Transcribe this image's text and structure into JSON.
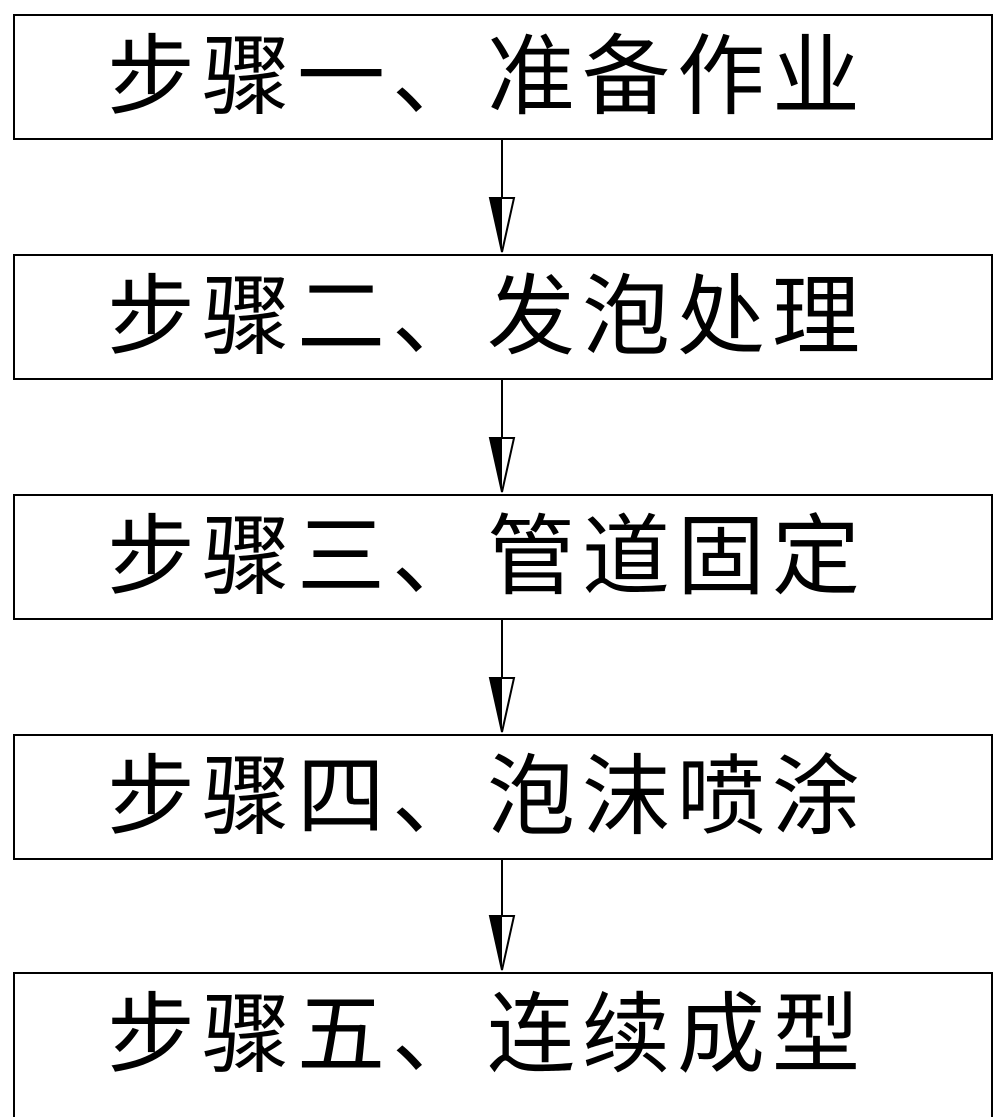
{
  "steps": [
    {
      "label": "步骤一、准备作业"
    },
    {
      "label": "步骤二、发泡处理"
    },
    {
      "label": "步骤三、管道固定"
    },
    {
      "label": "步骤四、泡沫喷涂"
    },
    {
      "label": "步骤五、连续成型"
    }
  ],
  "colors": {
    "line": "#000000",
    "background": "#ffffff"
  }
}
